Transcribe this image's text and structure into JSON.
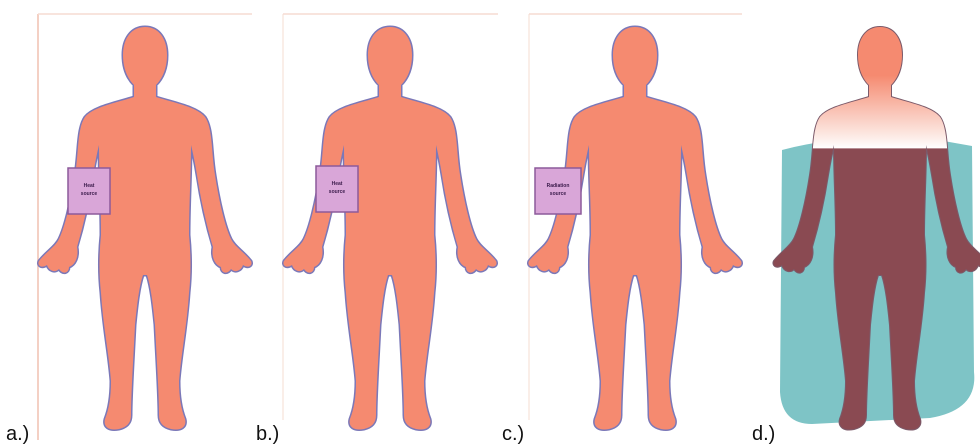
{
  "panels": [
    {
      "label": "a.)",
      "source_text_line1": "Heat",
      "source_text_line2": "source"
    },
    {
      "label": "b.)",
      "source_text_line1": "Heat",
      "source_text_line2": "source"
    },
    {
      "label": "c.)",
      "source_text_line1": "Radiation",
      "source_text_line2": "source"
    },
    {
      "label": "d.)"
    }
  ],
  "colors": {
    "skin": "#f58a70",
    "outline": "#7b78b8",
    "heat_core": "#e8232b",
    "source_box": "#d9a6d8",
    "source_border": "#8c5a9a",
    "water": "#7ec4c6",
    "submerged_body": "#8a4a52",
    "frame_line": "#f0c0b0"
  }
}
